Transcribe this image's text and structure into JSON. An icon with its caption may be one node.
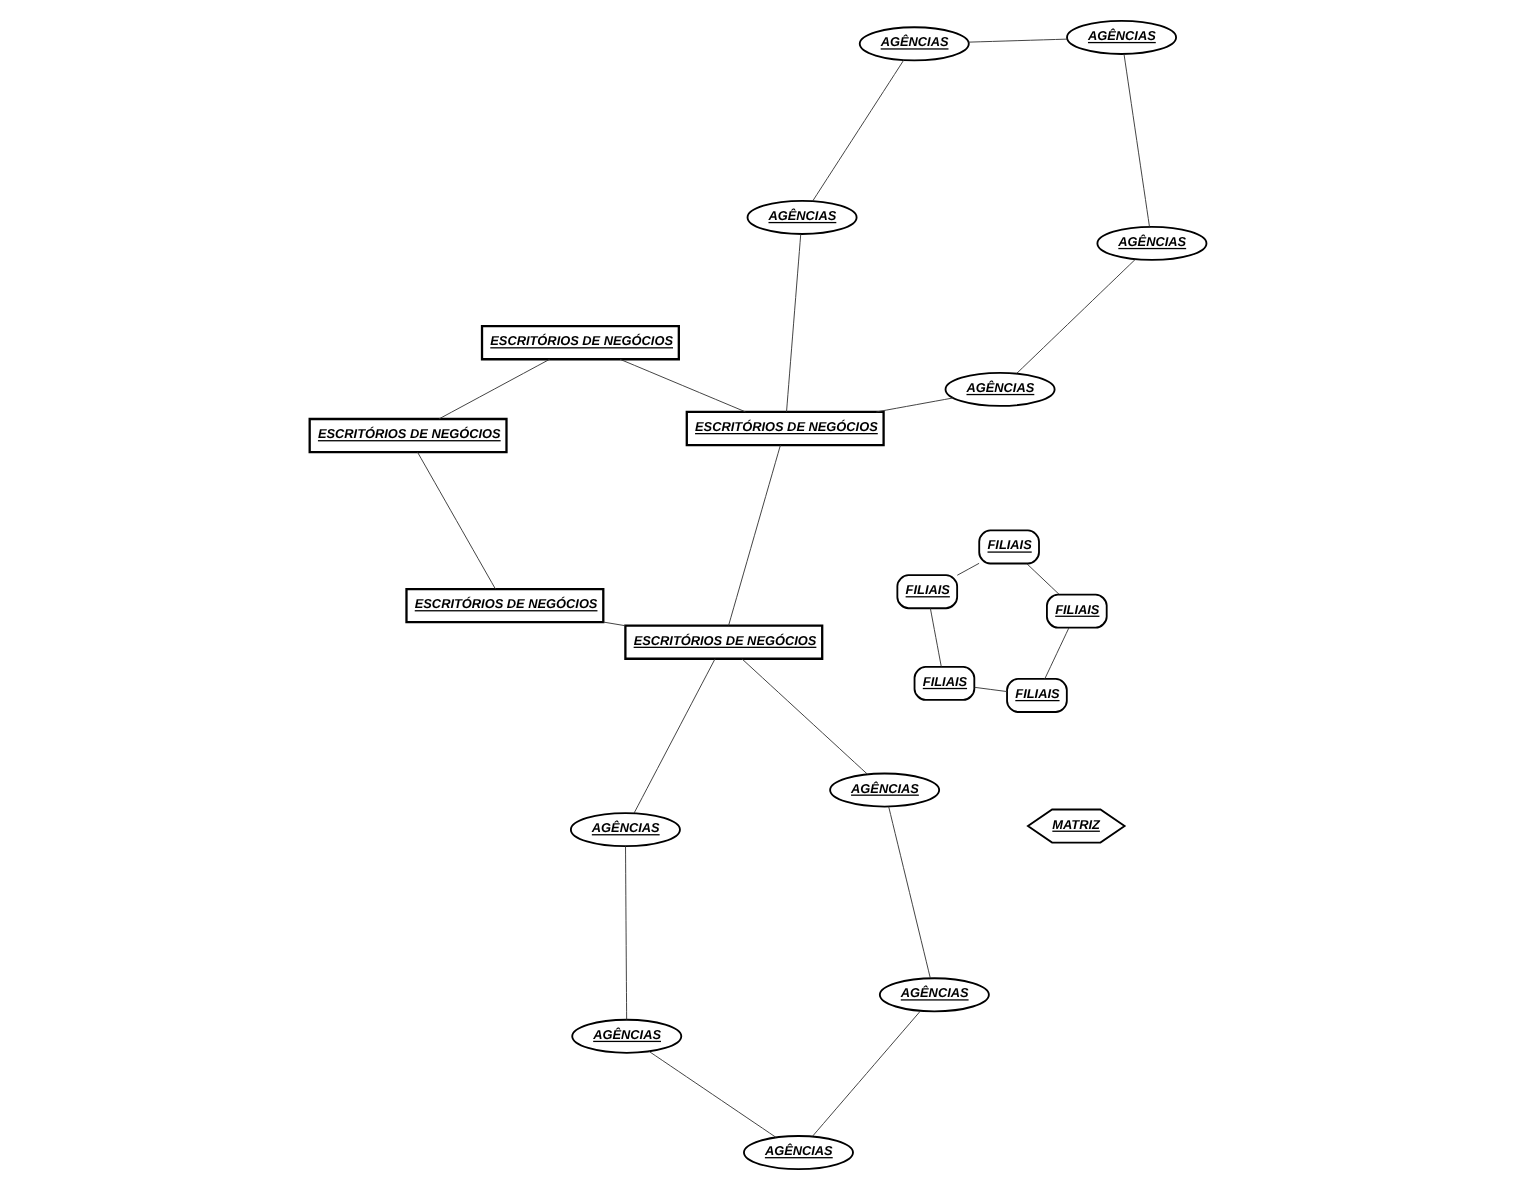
{
  "diagram": {
    "nodes": [
      {
        "text": [
          "MATRIZ"
        ]
      },
      {
        "text": [
          "FILIAIS"
        ]
      },
      {
        "text": [
          "FILIAIS"
        ]
      },
      {
        "text": [
          "FILIAIS"
        ]
      },
      {
        "text": [
          "FILIAIS"
        ]
      },
      {
        "text": [
          "FILIAIS"
        ]
      },
      {
        "text": [
          "ESCRITÓRIOS DE NEGÓCIOS"
        ]
      },
      {
        "text": [
          "ESCRITÓRIOS DE NEGÓCIOS"
        ]
      },
      {
        "text": [
          "ESCRITÓRIOS DE NEGÓCIOS"
        ]
      },
      {
        "text": [
          "ESCRITÓRIOS DE NEGÓCIOS"
        ]
      },
      {
        "text": [
          "ESCRITÓRIOS DE NEGÓCIOS"
        ]
      },
      {
        "text": [
          "AGÊNCIAS"
        ]
      },
      {
        "text": [
          "AGÊNCIAS"
        ]
      },
      {
        "text": [
          "AGÊNCIAS"
        ]
      },
      {
        "text": [
          "AGÊNCIAS"
        ]
      },
      {
        "text": [
          "AGÊNCIAS"
        ]
      },
      {
        "text": [
          "AGÊNCIAS"
        ]
      },
      {
        "text": [
          "AGÊNCIAS"
        ]
      },
      {
        "text": [
          "AGÊNCIAS"
        ]
      },
      {
        "text": [
          "AGÊNCIAS"
        ]
      },
      {
        "text": [
          "AGÊNCIAS"
        ]
      }
    ],
    "edges": [
      {
        "from": 1,
        "to": 2,
        "arrow": "none"
      },
      {
        "from": 2,
        "to": 3,
        "arrow": "none"
      },
      {
        "from": 3,
        "to": 4,
        "arrow": "none"
      },
      {
        "from": 4,
        "to": 5,
        "arrow": "none"
      },
      {
        "from": 5,
        "to": 1,
        "arrow": "none"
      },
      {
        "from": 6,
        "to": 7,
        "arrow": "none"
      },
      {
        "from": 7,
        "to": 9,
        "arrow": "none"
      },
      {
        "from": 9,
        "to": 10,
        "arrow": "none"
      },
      {
        "from": 10,
        "to": 8,
        "arrow": "none"
      },
      {
        "from": 8,
        "to": 6,
        "arrow": "none"
      },
      {
        "from": 9,
        "to": 11,
        "arrow": "none"
      },
      {
        "from": 11,
        "to": 12,
        "arrow": "none"
      },
      {
        "from": 12,
        "to": 13,
        "arrow": "none"
      },
      {
        "from": 13,
        "to": 14,
        "arrow": "none"
      },
      {
        "from": 14,
        "to": 15,
        "arrow": "none"
      },
      {
        "from": 15,
        "to": 9,
        "arrow": "none"
      },
      {
        "from": 10,
        "to": 16,
        "arrow": "none"
      },
      {
        "from": 10,
        "to": 17,
        "arrow": "none"
      },
      {
        "from": 16,
        "to": 18,
        "arrow": "none"
      },
      {
        "from": 17,
        "to": 19,
        "arrow": "none"
      },
      {
        "from": 18,
        "to": 20,
        "arrow": "none"
      },
      {
        "from": 19,
        "to": 20,
        "arrow": "none"
      }
    ]
  }
}
